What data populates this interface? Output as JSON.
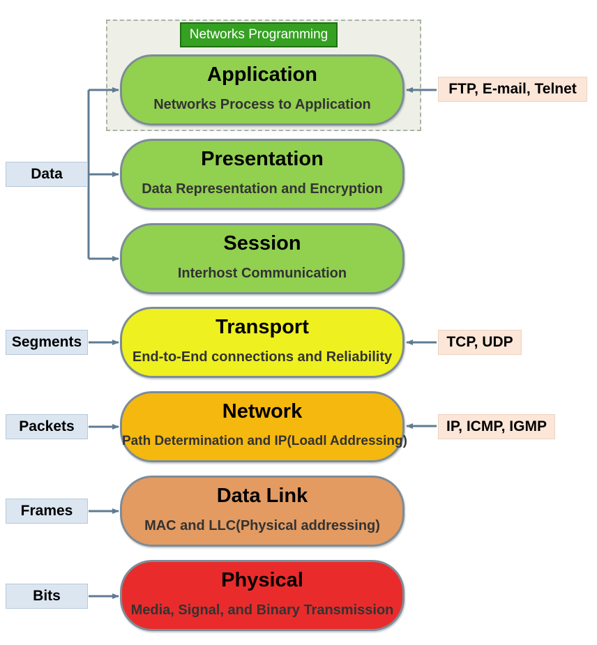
{
  "banner": "Networks Programming",
  "layers": [
    {
      "name": "Application",
      "desc": "Networks Process to Application",
      "color": "#92d050"
    },
    {
      "name": "Presentation",
      "desc": "Data Representation and Encryption",
      "color": "#92d050"
    },
    {
      "name": "Session",
      "desc": "Interhost Communication",
      "color": "#92d050"
    },
    {
      "name": "Transport",
      "desc": "End-to-End connections and Reliability",
      "color": "#eef020"
    },
    {
      "name": "Network",
      "desc": "Path Determination and IP(Loadl Addressing)",
      "color": "#f5b80e"
    },
    {
      "name": "Data Link",
      "desc": "MAC and LLC(Physical addressing)",
      "color": "#e39b62"
    },
    {
      "name": "Physical",
      "desc": "Media, Signal, and Binary Transmission",
      "color": "#ea2b2b"
    }
  ],
  "units": {
    "data": "Data",
    "segments": "Segments",
    "packets": "Packets",
    "frames": "Frames",
    "bits": "Bits"
  },
  "protocols": {
    "application": "FTP, E-mail, Telnet",
    "transport": "TCP, UDP",
    "network": "IP, ICMP, IGMP"
  },
  "colors": {
    "banner": "#35a022",
    "unit_box": "#dce6f1",
    "protocol_box": "#fbe6d8",
    "arrow": "#5f7b93"
  }
}
